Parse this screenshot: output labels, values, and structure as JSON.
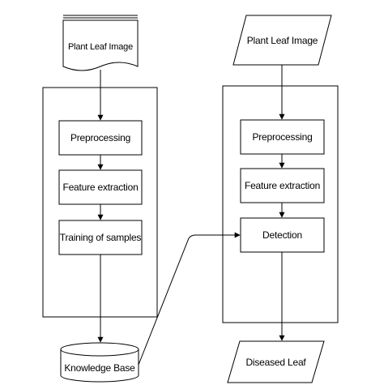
{
  "diagram": {
    "left_pipeline": {
      "input_document": "Plant Leaf Image",
      "steps": [
        "Preprocessing",
        "Feature extraction",
        "Training of samples"
      ],
      "output_database": "Knowledge Base"
    },
    "right_pipeline": {
      "input_data": "Plant Leaf Image",
      "steps": [
        "Preprocessing",
        "Feature extraction",
        "Detection"
      ],
      "output_data": "Diseased Leaf"
    },
    "colors": {
      "stroke": "#000000",
      "fill": "#ffffff",
      "text": "#000000"
    }
  }
}
